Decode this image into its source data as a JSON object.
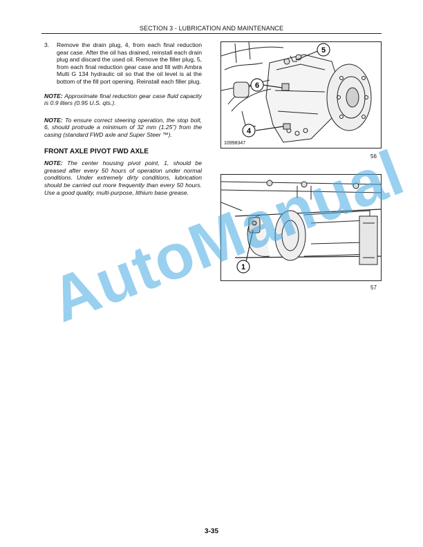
{
  "header": {
    "title": "SECTION 3 - LUBRICATION AND MAINTENANCE"
  },
  "step3": {
    "number": "3.",
    "text": "Remove the drain plug, 4, from each final reduction gear case. After the oil has drained, reinstall each drain plug and discard the used oil. Remove the filler plug, 5, from each final reduction gear case and fill with Ambra Multi G 134 hydraulic oil so that the oil level is at the bottom of the fill port opening. Reinstall each filler plug."
  },
  "note1": {
    "label": "NOTE:",
    "text": "Approximate final reduction gear case fluid capacity is 0.9 liters (0.95 U.S. qts.)."
  },
  "note2": {
    "label": "NOTE:",
    "text": "To ensure correct steering operation, the stop bolt, 6, should protrude a minimum of 32 mm (1.25”) from the casing (standard FWD axle and Super Steer ™)."
  },
  "section_heading": "FRONT AXLE PIVOT FWD AXLE",
  "note3": {
    "label": "NOTE:",
    "text": "The center housing pivot point, 1, should be greased after every 50 hours of operation under normal conditions. Under extremely dirty conditions, lubrication should be carried out more frequently than every 50 hours. Use a good quality, multi-purpose, lithium base grease."
  },
  "figure1": {
    "image_id": "10998347",
    "figure_number": "56",
    "callouts": [
      "5",
      "6",
      "4"
    ]
  },
  "figure2": {
    "figure_number": "57",
    "callouts": [
      "1"
    ]
  },
  "page_number": "3-35",
  "watermark": "AutoManual"
}
